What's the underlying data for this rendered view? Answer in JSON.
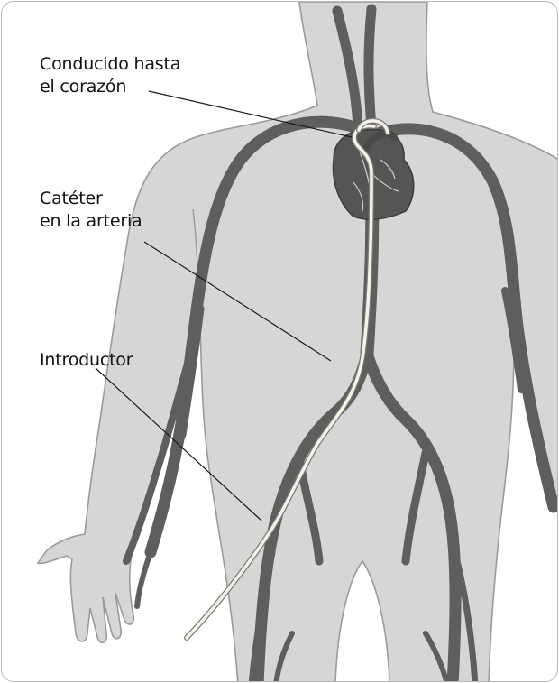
{
  "labels": {
    "heart": [
      "Conducido hasta",
      "el corazón"
    ],
    "catheter": [
      "Catéter",
      "en la arteria"
    ],
    "introducer": [
      "Introductor"
    ]
  },
  "colors": {
    "body_fill": "#d6d6d6",
    "body_outline": "#9a9a9a",
    "vessel": "#5e5e5e",
    "heart": "#555555",
    "catheter": "#f4f2ea",
    "leader_line": "#1a1a1a"
  }
}
